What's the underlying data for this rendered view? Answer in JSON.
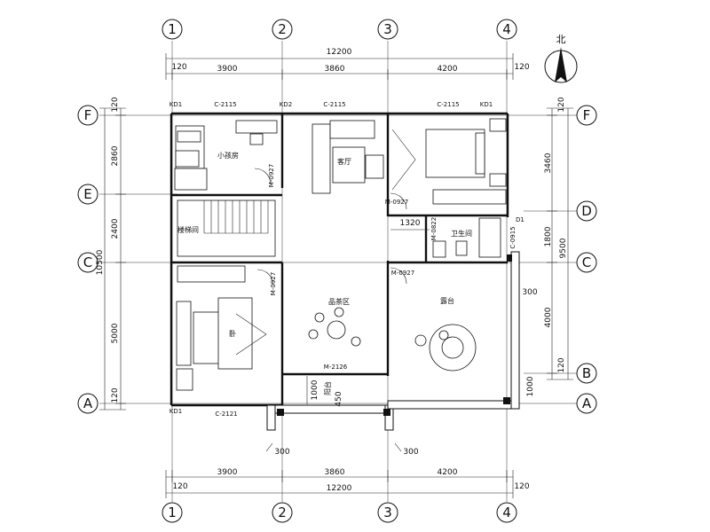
{
  "axes": {
    "columns": [
      "1",
      "2",
      "3",
      "4"
    ],
    "rows": [
      "F",
      "E",
      "D",
      "C",
      "B",
      "A"
    ]
  },
  "north_label": "北",
  "dimensions": {
    "top_total": "12200",
    "top_parts": [
      "120",
      "3900",
      "3860",
      "4200",
      "120"
    ],
    "bottom_parts": [
      "120",
      "3900",
      "3860",
      "4200",
      "120"
    ],
    "bottom_total": "12200",
    "left_parts": [
      "120",
      "2860",
      "2400",
      "5000",
      "120"
    ],
    "left_total": "10500",
    "right_parts": [
      "120",
      "3460",
      "1800",
      "4000",
      "120"
    ],
    "right_total": "9500",
    "d_1320": "1320",
    "d_1000_left": "1000",
    "d_1000_right": "1000",
    "d_300_right": "300",
    "d_300_bl": "300",
    "d_300_br": "300"
  },
  "rooms": {
    "small_bedroom": "小孩房",
    "stair": "楼梯间",
    "living": "客厅",
    "bathroom": "卫生间",
    "leisure": "品茶区",
    "terrace": "露台",
    "balcony": "阳台",
    "balcony_elev": "450",
    "bedroom": "卧"
  },
  "doors_windows": {
    "kd1_tl": "KD1",
    "kd2": "KD2",
    "kd1_tr": "KD1",
    "kd1_bl": "KD1",
    "c2115_a": "C-2115",
    "c2115_b": "C-2115",
    "c2115_c": "C-2115",
    "c2121": "C-2121",
    "m0927_a": "M-0927",
    "m0927_b": "M-0927",
    "m0927_c": "M-0927",
    "m0927_d": "M-0927",
    "m0822": "M-0822",
    "c0915": "C-0915",
    "m2126": "M-2126",
    "d1": "D1"
  }
}
